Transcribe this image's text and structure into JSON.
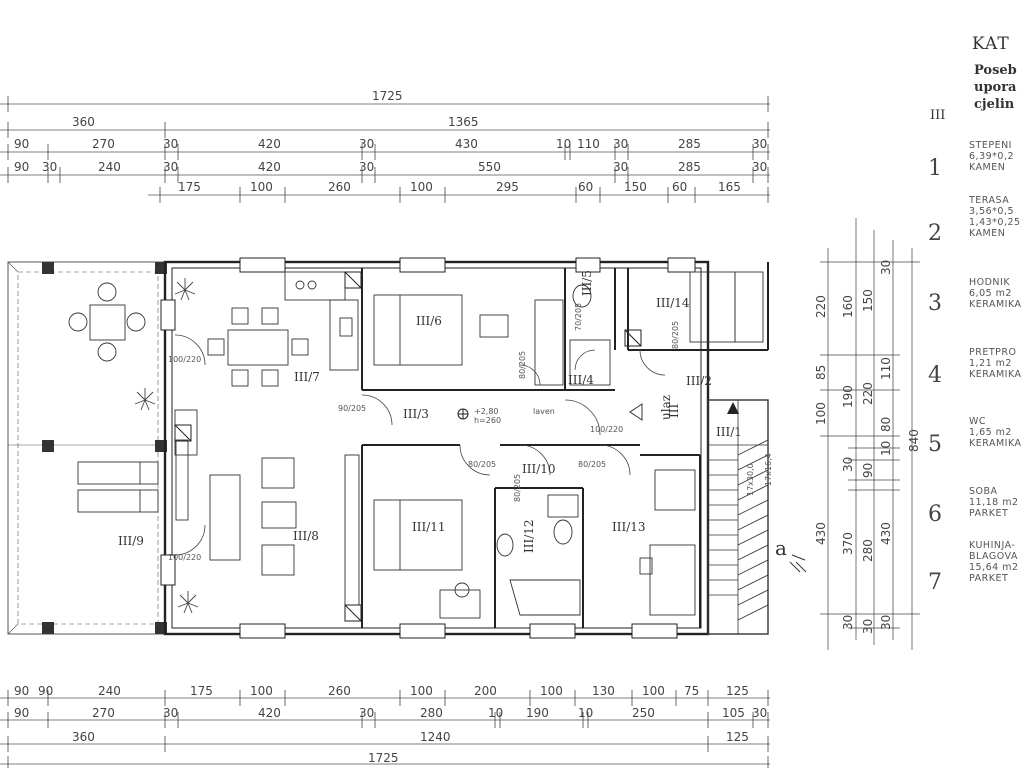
{
  "floor_plan": {
    "dims_top": {
      "row1": [
        "1725"
      ],
      "row2": [
        "360",
        "1365"
      ],
      "row3": [
        "90",
        "270",
        "30",
        "420",
        "30",
        "430",
        "10",
        "110",
        "30",
        "285",
        "30"
      ],
      "row4": [
        "90",
        "30",
        "240",
        "30",
        "420",
        "30",
        "550",
        "30",
        "285",
        "30"
      ],
      "row5": [
        "175",
        "100",
        "260",
        "100",
        "295",
        "60",
        "150",
        "60",
        "165"
      ]
    },
    "dims_bottom": {
      "row1": [
        "90",
        "90",
        "240",
        "175",
        "100",
        "260",
        "100",
        "200",
        "100",
        "130",
        "100",
        "75",
        "125"
      ],
      "row2": [
        "90",
        "270",
        "30",
        "420",
        "30",
        "280",
        "10",
        "190",
        "10",
        "250",
        "105",
        "30"
      ],
      "row3": [
        "360",
        "1240",
        "125"
      ],
      "row4": [
        "1725"
      ]
    },
    "dims_right": {
      "col1": [
        "220",
        "85",
        "100",
        "430"
      ],
      "col2": [
        "160",
        "190",
        "30",
        "370",
        "30"
      ],
      "col3": [
        "150",
        "220",
        "90",
        "280",
        "30"
      ],
      "col4": [
        "30",
        "110",
        "80",
        "10",
        "430",
        "30"
      ],
      "col5": [
        "840"
      ]
    },
    "rooms": [
      {
        "label": "III/6"
      },
      {
        "label": "III/5"
      },
      {
        "label": "III/14"
      },
      {
        "label": "III/7"
      },
      {
        "label": "III/4"
      },
      {
        "label": "III/2"
      },
      {
        "label": "III/3"
      },
      {
        "label": "III/1"
      },
      {
        "label": "III/10"
      },
      {
        "label": "III/11"
      },
      {
        "label": "III/12"
      },
      {
        "label": "III/13"
      },
      {
        "label": "III/8"
      },
      {
        "label": "III/9"
      }
    ],
    "notes": {
      "ulaz": "ulaz",
      "entry_mark": "III",
      "level": "+2,80",
      "level_sub": "h=260",
      "laven": "laven",
      "stair_text_1": "17x16,4",
      "stair_text_2": "17x30,0",
      "section_mark": "a"
    },
    "door_tags": [
      "90/205",
      "80/205",
      "80/205",
      "80/205",
      "100/220",
      "80/205",
      "100/220",
      "100/220",
      "70/205",
      "80/205"
    ]
  },
  "legend": {
    "title": "KAT",
    "level_roman": "III",
    "heading_lines": [
      "Poseb",
      "upora",
      "cjelin"
    ],
    "entries": [
      {
        "num": "1",
        "lines": [
          "STEPENI",
          "6,39*0,2",
          "KAMEN"
        ]
      },
      {
        "num": "2",
        "lines": [
          "TERASA",
          "3,56*0,5",
          "1,43*0,25",
          "KAMEN"
        ]
      },
      {
        "num": "3",
        "lines": [
          "HODNIK",
          "6,05 m2",
          "KERAMIKA"
        ]
      },
      {
        "num": "4",
        "lines": [
          "PRETPRO",
          "1,21 m2",
          "KERAMIKA"
        ]
      },
      {
        "num": "5",
        "lines": [
          "WC",
          "1,65 m2",
          "KERAMIKA"
        ]
      },
      {
        "num": "6",
        "lines": [
          "SOBA",
          "11,18 m2",
          "PARKET"
        ]
      },
      {
        "num": "7",
        "lines": [
          "KUHINJA-",
          "BLAGOVA",
          "15,64 m2",
          "PARKET"
        ]
      }
    ]
  }
}
